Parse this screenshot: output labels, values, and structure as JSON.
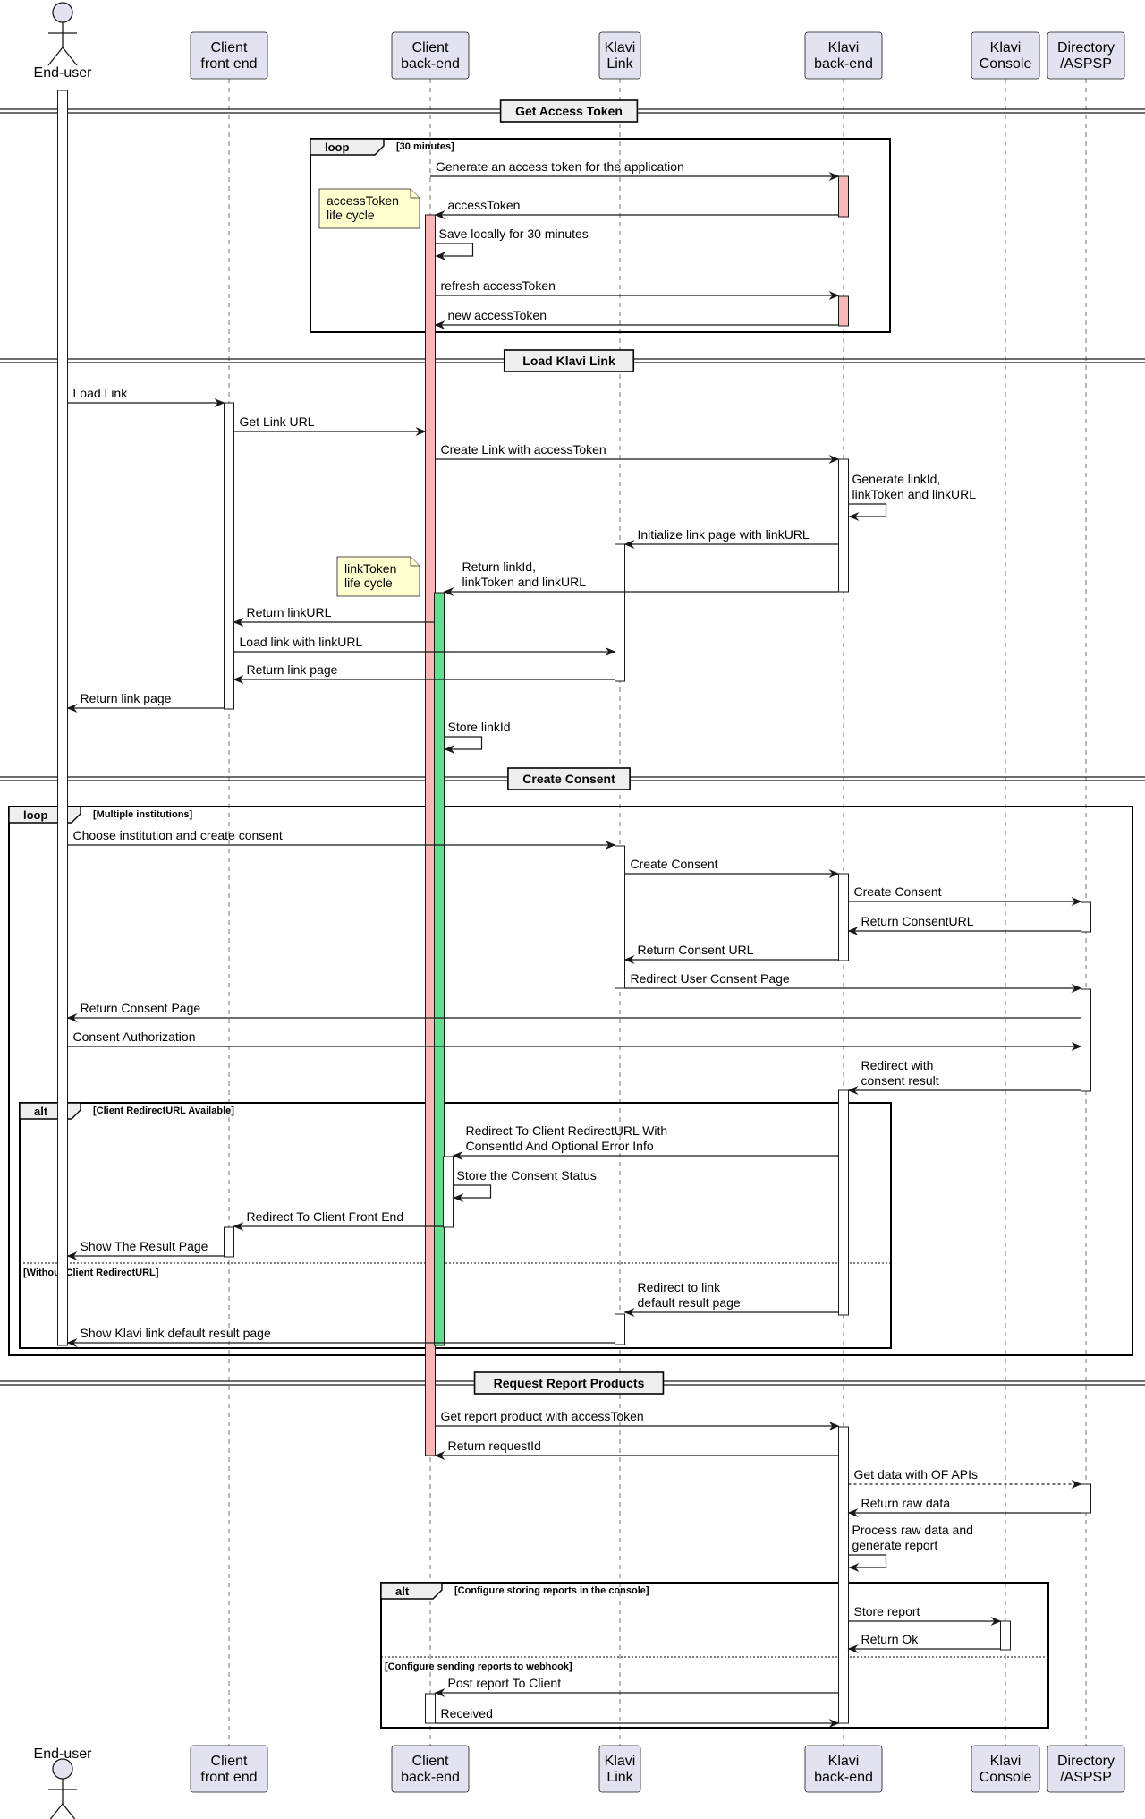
{
  "participants": [
    {
      "id": "user",
      "label": [
        "End-user"
      ],
      "kind": "actor"
    },
    {
      "id": "cfe",
      "label": [
        "Client",
        "front end"
      ]
    },
    {
      "id": "cbe",
      "label": [
        "Client",
        "back-end"
      ]
    },
    {
      "id": "link",
      "label": [
        "Klavi",
        "Link"
      ]
    },
    {
      "id": "kbe",
      "label": [
        "Klavi",
        "back-end"
      ]
    },
    {
      "id": "console",
      "label": [
        "Klavi",
        "Console"
      ]
    },
    {
      "id": "dir",
      "label": [
        "Directory",
        "/ASPSP"
      ]
    }
  ],
  "dividers": [
    {
      "label": "Get Access Token"
    },
    {
      "label": "Load Klavi Link"
    },
    {
      "label": "Create Consent"
    },
    {
      "label": "Request Report Products"
    }
  ],
  "frames": [
    {
      "kind": "loop",
      "condition": "[30 minutes]"
    },
    {
      "kind": "loop",
      "condition": "[Multiple institutions]"
    },
    {
      "kind": "alt",
      "condition": "[Client RedirectURL Available]",
      "else_condition": "[Without Client RedirectURL]"
    },
    {
      "kind": "alt",
      "condition": "[Configure storing reports in the console]",
      "else_condition": "[Configure sending reports to webhook]"
    }
  ],
  "notes": [
    {
      "lines": [
        "accessToken",
        "life cycle"
      ]
    },
    {
      "lines": [
        "linkToken",
        "life cycle"
      ]
    }
  ],
  "messages": [
    {
      "from": "cbe",
      "to": "kbe",
      "lines": [
        "Generate an access token for the application"
      ]
    },
    {
      "from": "kbe",
      "to": "cbe",
      "lines": [
        "accessToken"
      ]
    },
    {
      "from": "cbe",
      "to": "cbe",
      "lines": [
        "Save locally for 30 minutes"
      ]
    },
    {
      "from": "cbe",
      "to": "kbe",
      "lines": [
        "refresh accessToken"
      ]
    },
    {
      "from": "kbe",
      "to": "cbe",
      "lines": [
        "new accessToken"
      ]
    },
    {
      "from": "user",
      "to": "cfe",
      "lines": [
        "Load Link"
      ]
    },
    {
      "from": "cfe",
      "to": "cbe",
      "lines": [
        "Get Link URL"
      ]
    },
    {
      "from": "cbe",
      "to": "kbe",
      "lines": [
        "Create Link with accessToken"
      ]
    },
    {
      "from": "kbe",
      "to": "kbe",
      "lines": [
        "Generate linkId,",
        "linkToken and linkURL"
      ]
    },
    {
      "from": "kbe",
      "to": "link",
      "lines": [
        "Initialize link page with linkURL"
      ]
    },
    {
      "from": "kbe",
      "to": "cbe",
      "lines": [
        "Return linkId,",
        "linkToken and linkURL"
      ]
    },
    {
      "from": "cbe",
      "to": "cfe",
      "lines": [
        "Return linkURL"
      ]
    },
    {
      "from": "cfe",
      "to": "link",
      "lines": [
        "Load link with linkURL"
      ]
    },
    {
      "from": "link",
      "to": "cfe",
      "lines": [
        "Return link page"
      ]
    },
    {
      "from": "cfe",
      "to": "user",
      "lines": [
        "Return link page"
      ]
    },
    {
      "from": "cbe",
      "to": "cbe",
      "lines": [
        "Store linkId"
      ]
    },
    {
      "from": "user",
      "to": "link",
      "lines": [
        "Choose institution and create consent"
      ]
    },
    {
      "from": "link",
      "to": "kbe",
      "lines": [
        "Create Consent"
      ]
    },
    {
      "from": "kbe",
      "to": "dir",
      "lines": [
        "Create Consent"
      ]
    },
    {
      "from": "dir",
      "to": "kbe",
      "lines": [
        "Return ConsentURL"
      ]
    },
    {
      "from": "kbe",
      "to": "link",
      "lines": [
        "Return Consent URL"
      ]
    },
    {
      "from": "link",
      "to": "dir",
      "lines": [
        "Redirect User Consent Page"
      ]
    },
    {
      "from": "dir",
      "to": "user",
      "lines": [
        "Return Consent Page"
      ]
    },
    {
      "from": "user",
      "to": "dir",
      "lines": [
        "Consent Authorization"
      ]
    },
    {
      "from": "dir",
      "to": "kbe",
      "lines": [
        "Redirect with",
        " consent result"
      ]
    },
    {
      "from": "kbe",
      "to": "cbe",
      "lines": [
        "Redirect To Client RedirectURL With",
        " ConsentId And Optional Error Info"
      ]
    },
    {
      "from": "cbe",
      "to": "cbe",
      "lines": [
        "Store the Consent Status"
      ]
    },
    {
      "from": "cbe",
      "to": "cfe",
      "lines": [
        "Redirect To Client Front End"
      ]
    },
    {
      "from": "cfe",
      "to": "user",
      "lines": [
        "Show The Result Page"
      ]
    },
    {
      "from": "kbe",
      "to": "link",
      "lines": [
        "Redirect to link",
        " default result page"
      ]
    },
    {
      "from": "link",
      "to": "user",
      "lines": [
        "Show Klavi link default result page"
      ]
    },
    {
      "from": "cbe",
      "to": "kbe",
      "lines": [
        "Get report product with accessToken"
      ]
    },
    {
      "from": "kbe",
      "to": "cbe",
      "lines": [
        "Return requestId"
      ]
    },
    {
      "from": "kbe",
      "to": "dir",
      "lines": [
        "Get data with OF APIs"
      ],
      "style": "dotted"
    },
    {
      "from": "dir",
      "to": "kbe",
      "lines": [
        "Return raw data"
      ]
    },
    {
      "from": "kbe",
      "to": "kbe",
      "lines": [
        "Process raw data and",
        " generate report"
      ]
    },
    {
      "from": "kbe",
      "to": "console",
      "lines": [
        "Store report"
      ]
    },
    {
      "from": "console",
      "to": "kbe",
      "lines": [
        "Return Ok"
      ]
    },
    {
      "from": "kbe",
      "to": "cbe",
      "lines": [
        "Post report To Client"
      ]
    },
    {
      "from": "cbe",
      "to": "kbe",
      "lines": [
        "Received"
      ]
    }
  ],
  "colors": {
    "participant_fill": "#e2e2f0",
    "note_fill": "#fefece",
    "activation_default": "#ffffff",
    "activation_accessToken": "#f8b8b8",
    "activation_linkToken": "#5fe08a",
    "frame_tab_fill": "#eeeeee"
  }
}
